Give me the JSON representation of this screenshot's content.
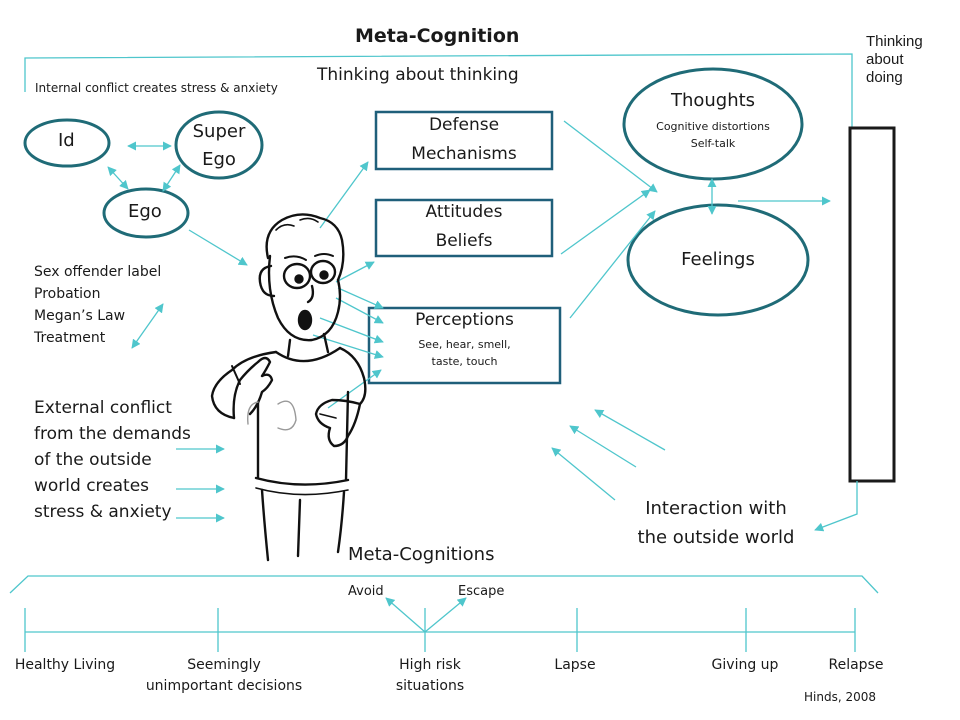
{
  "colors": {
    "connector": "#4fc6cc",
    "box_border": "#1f5f7a",
    "ellipse_border": "#1f6b77",
    "text": "#1a1a1a"
  },
  "header": {
    "title": "Meta-Cognition",
    "subtitle": "Thinking about thinking",
    "internal_conflict": "Internal conflict creates stress & anxiety",
    "thinking_about_doing": [
      "Thinking",
      "about",
      "doing"
    ]
  },
  "psyche": {
    "id": "Id",
    "superego": [
      "Super",
      "Ego"
    ],
    "ego": "Ego"
  },
  "boxes": {
    "defense": [
      "Defense",
      "Mechanisms"
    ],
    "attitudes": [
      "Attitudes",
      "Beliefs"
    ],
    "perceptions": {
      "title": "Perceptions",
      "detail": [
        "See, hear, smell,",
        "taste, touch"
      ]
    }
  },
  "thoughts": {
    "title": "Thoughts",
    "detail": [
      "Cognitive distortions",
      "Self-talk"
    ]
  },
  "feelings": "Feelings",
  "external_labels": [
    "Sex offender label",
    "Probation",
    "Megan’s Law",
    "Treatment"
  ],
  "external_conflict": [
    "External conflict",
    "from the demands",
    "of the outside",
    "world creates",
    "stress & anxiety"
  ],
  "interaction": [
    "Interaction with",
    "the outside world"
  ],
  "bottom": {
    "title": "Meta-Cognitions",
    "avoid": "Avoid",
    "escape": "Escape",
    "stages": [
      [
        "Healthy Living"
      ],
      [
        "Seemingly",
        "unimportant decisions"
      ],
      [
        "High risk",
        "situations"
      ],
      [
        "Lapse"
      ],
      [
        "Giving up"
      ],
      [
        "Relapse"
      ]
    ],
    "citation": "Hinds, 2008"
  }
}
